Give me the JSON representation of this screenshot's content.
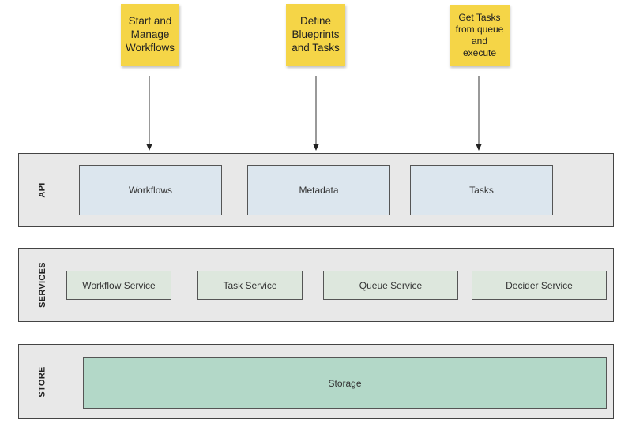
{
  "notes": [
    {
      "text": "Start and\nManage\nWorkflows"
    },
    {
      "text": "Define\nBlueprints\nand Tasks"
    },
    {
      "text": "Get Tasks\nfrom queue\nand\nexecute"
    }
  ],
  "layers": {
    "api": {
      "label": "API",
      "boxes": [
        "Workflows",
        "Metadata",
        "Tasks"
      ]
    },
    "services": {
      "label": "SERVICES",
      "boxes": [
        "Workflow Service",
        "Task Service",
        "Queue Service",
        "Decider Service"
      ]
    },
    "store": {
      "label": "STORE",
      "boxes": [
        "Storage"
      ]
    }
  },
  "colors": {
    "note": "#f5d547",
    "layer_bg": "#e8e8e8",
    "api_box": "#dce6ee",
    "service_box": "#dde7dd",
    "storage_box": "#b3d8c8"
  }
}
